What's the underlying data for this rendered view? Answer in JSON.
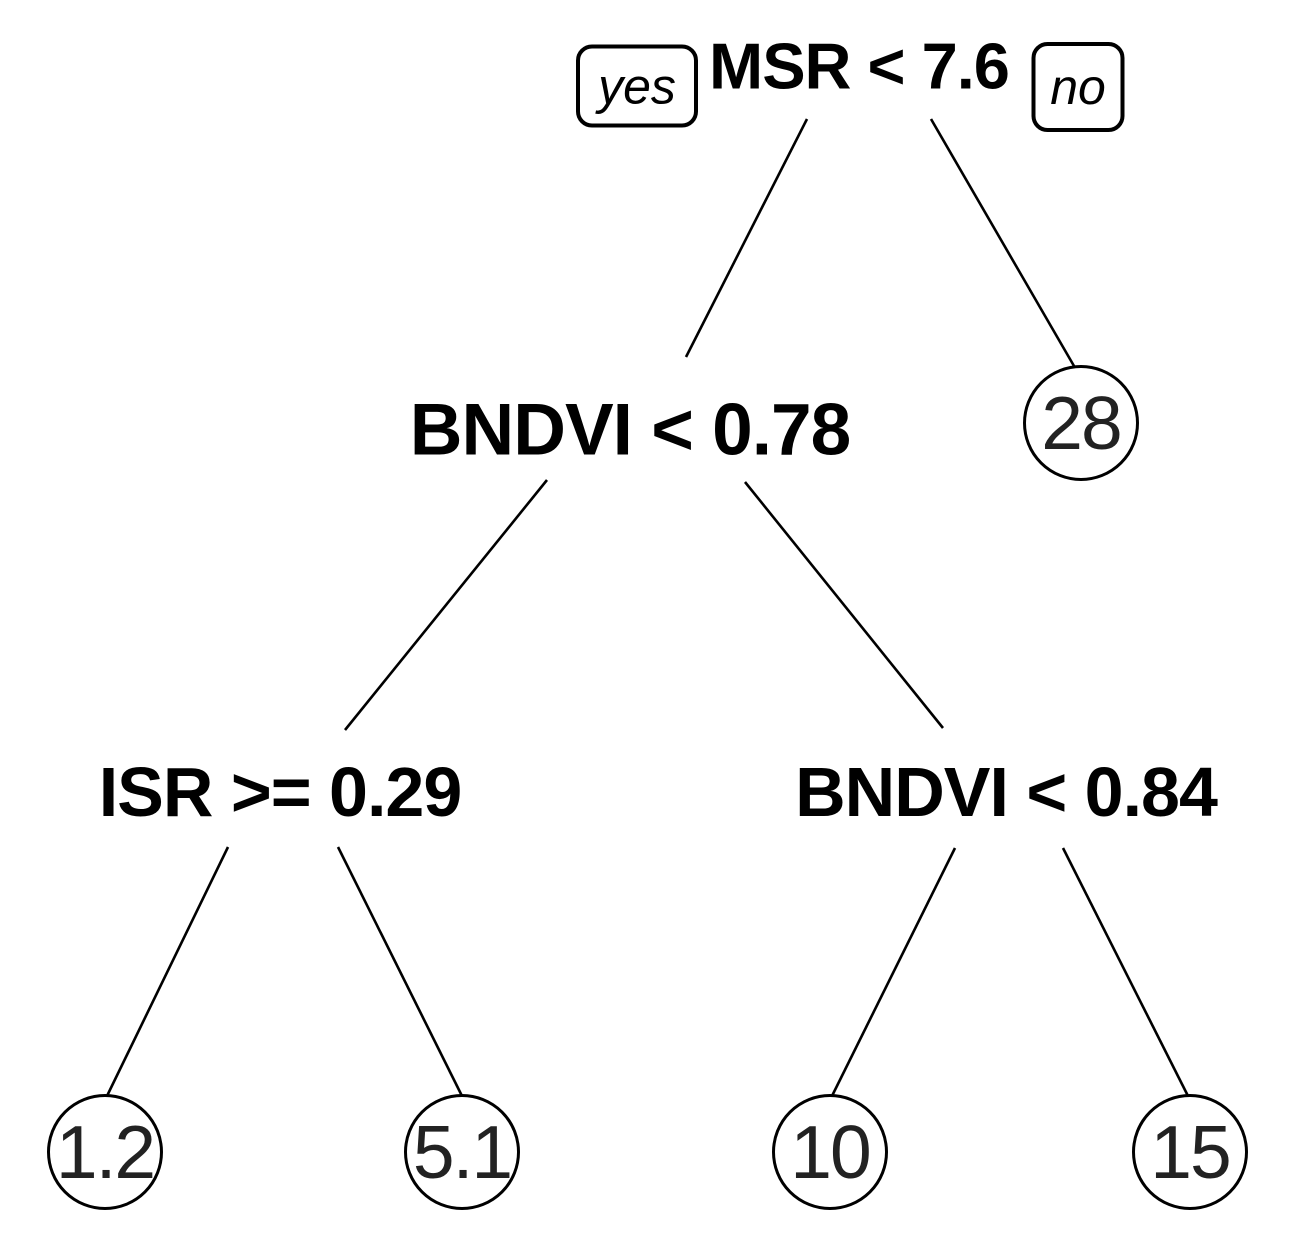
{
  "figure": {
    "type": "decision-tree",
    "branch_labels": {
      "yes": "yes",
      "no": "no"
    },
    "colors": {
      "background": "#ffffff",
      "line": "#000000",
      "split_text": "#000000",
      "leaf_text": "#222222"
    }
  },
  "tree": {
    "split": "MSR < 7.6",
    "yes": {
      "split": "BNDVI < 0.78",
      "yes": {
        "split": "ISR >= 0.29",
        "yes": {
          "leaf": "1.2"
        },
        "no": {
          "leaf": "5.1"
        }
      },
      "no": {
        "split": "BNDVI < 0.84",
        "yes": {
          "leaf": "10"
        },
        "no": {
          "leaf": "15"
        }
      }
    },
    "no": {
      "leaf": "28"
    }
  }
}
